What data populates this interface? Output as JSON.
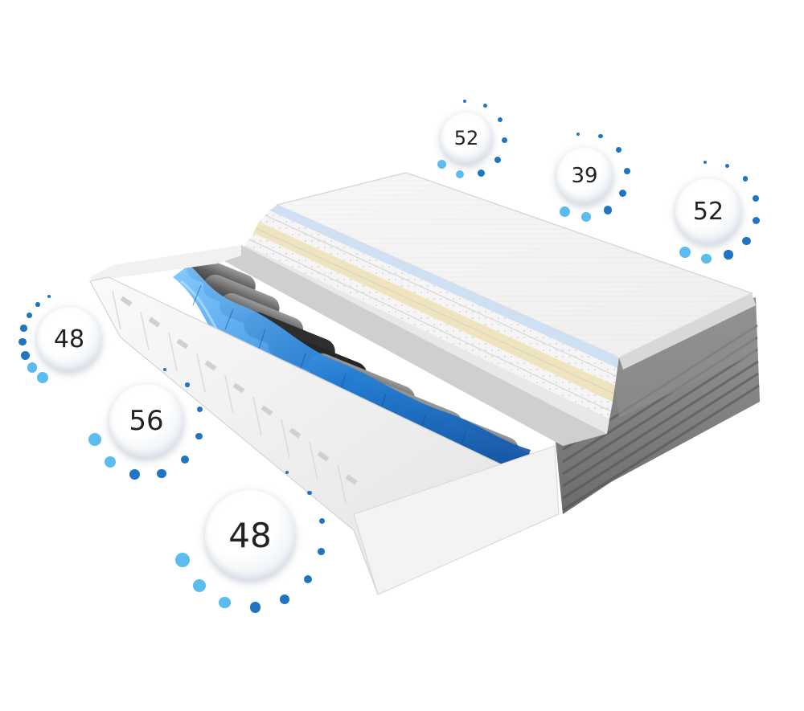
{
  "scene": {
    "subject": "mattress-cross-section",
    "colors": {
      "cover": "#f2f2f2",
      "cover_edge": "#7a7a7a",
      "foam_white": "#f4f4f4",
      "foam_cream": "#efe6c4",
      "gel_blue": "#d6e6f7",
      "pocket_springs": "#2a8ae0",
      "spring_dark": "#3a3a3a",
      "dot_dark": "#1f74c4",
      "dot_light": "#5bbcf0"
    }
  },
  "zone_labels": [
    {
      "id": "back-top",
      "value": "52"
    },
    {
      "id": "mid-top",
      "value": "39"
    },
    {
      "id": "right-top",
      "value": "52"
    },
    {
      "id": "left-upper",
      "value": "48"
    },
    {
      "id": "left-middle",
      "value": "56"
    },
    {
      "id": "left-lower",
      "value": "48"
    }
  ]
}
